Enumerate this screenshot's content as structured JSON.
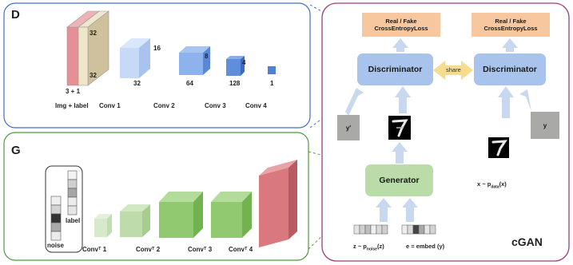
{
  "d_panel": {
    "letter": "D",
    "input_label": "Img + label",
    "input_channels": "3 + 1",
    "input_size_a": "32",
    "input_size_b": "32",
    "layers": [
      {
        "name": "Conv 1",
        "size": "32"
      },
      {
        "name": "Conv 2",
        "size": "16",
        "channels": "32"
      },
      {
        "name": "Conv 3",
        "size": "8",
        "channels": "64"
      },
      {
        "name": "Conv 4",
        "size": "4",
        "channels": "128"
      },
      {
        "name": "",
        "size": "",
        "channels": "1"
      }
    ]
  },
  "g_panel": {
    "letter": "G",
    "noise_label": "noise",
    "label_label": "label",
    "layers": [
      "Convᵀ 1",
      "Convᵀ 2",
      "Convᵀ 3",
      "Convᵀ 4"
    ]
  },
  "cgan": {
    "title": "cGAN",
    "loss_line1": "Real / Fake",
    "loss_line2": "CrossEntropyLoss",
    "discriminator": "Discriminator",
    "generator": "Generator",
    "share": "share",
    "y_prime": "y'",
    "y": "y",
    "x_dist_prefix": "x ~ p",
    "x_dist_sub": "data",
    "x_dist_suffix": "(x)",
    "z_prefix": "z ~ p",
    "z_sub": "noise",
    "z_suffix": "(z)",
    "e_label": "e = embed (y)"
  },
  "colors": {
    "d_border": "#3e6fc8",
    "g_border": "#4e9a3a",
    "cgan_border": "#9b3d7a",
    "discriminator": "#a9c4ec",
    "generator": "#b9dca8",
    "loss": "#f7c8a0",
    "arrow": "#c8d8ee",
    "share_arrow": "#f6dc8e"
  }
}
